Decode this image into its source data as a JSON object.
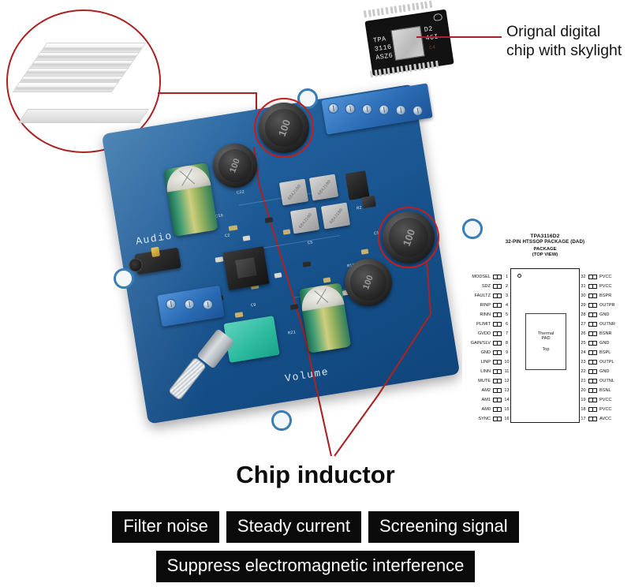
{
  "callouts": {
    "chip_caption": "Orignal digital chip with skylight",
    "heatsink_name": "aluminum-heatsink"
  },
  "chip_photo": {
    "line1": "TPA",
    "line2": "3116",
    "line3": "ASZ6",
    "right1": "D2",
    "right2": "46I",
    "right3": "C4"
  },
  "board": {
    "silk_audio": "Audio",
    "silk_volume": "Volume",
    "inductor_label": "100",
    "film_cap_label": "684J100",
    "refs": [
      "C22",
      "C16",
      "C2",
      "R8",
      "C5",
      "R2",
      "C13",
      "R18",
      "C9",
      "R21",
      "C1"
    ]
  },
  "pinout": {
    "title": "TPA3116D2",
    "subtitle": "32-PIN HTSSOP PACKAGE (DAD)",
    "view_line1": "PACKAGE",
    "view_line2": "(TOP VIEW)",
    "thermal_line1": "Thermal",
    "thermal_line2": "PAD",
    "thermal_line3": "Top",
    "left_pins": [
      {
        "num": "1",
        "name": "MODSEL"
      },
      {
        "num": "2",
        "name": "SDZ"
      },
      {
        "num": "3",
        "name": "FAULTZ"
      },
      {
        "num": "4",
        "name": "RINP"
      },
      {
        "num": "5",
        "name": "RINN"
      },
      {
        "num": "6",
        "name": "PLIMIT"
      },
      {
        "num": "7",
        "name": "GVDD"
      },
      {
        "num": "8",
        "name": "GAIN/SLV"
      },
      {
        "num": "9",
        "name": "GND"
      },
      {
        "num": "10",
        "name": "LINP"
      },
      {
        "num": "11",
        "name": "LINN"
      },
      {
        "num": "12",
        "name": "MUTE"
      },
      {
        "num": "13",
        "name": "AM2"
      },
      {
        "num": "14",
        "name": "AM1"
      },
      {
        "num": "15",
        "name": "AM0"
      },
      {
        "num": "16",
        "name": "SYNC"
      }
    ],
    "right_pins": [
      {
        "num": "32",
        "name": "PVCC"
      },
      {
        "num": "31",
        "name": "PVCC"
      },
      {
        "num": "30",
        "name": "BSPR"
      },
      {
        "num": "29",
        "name": "OUTPR"
      },
      {
        "num": "28",
        "name": "GND"
      },
      {
        "num": "27",
        "name": "OUTNR"
      },
      {
        "num": "26",
        "name": "BSNR"
      },
      {
        "num": "25",
        "name": "GND"
      },
      {
        "num": "24",
        "name": "BSPL"
      },
      {
        "num": "23",
        "name": "OUTPL"
      },
      {
        "num": "22",
        "name": "GND"
      },
      {
        "num": "21",
        "name": "OUTNL"
      },
      {
        "num": "20",
        "name": "BSNL"
      },
      {
        "num": "19",
        "name": "PVCC"
      },
      {
        "num": "18",
        "name": "PVCC"
      },
      {
        "num": "17",
        "name": "AVCC"
      }
    ]
  },
  "footer": {
    "headline": "Chip inductor",
    "tags_row1": [
      "Filter noise",
      "Steady current",
      "Screening signal"
    ],
    "tags_row2": [
      "Suppress electromagnetic interference"
    ]
  },
  "colors": {
    "annotation_red": "#a82323",
    "circle_red": "#c71c1c",
    "pcb_blue": "#1f5d9a",
    "terminal_blue": "#2a6cb5",
    "pot_teal": "#2ebba0",
    "tag_bg": "#0a0a0a"
  }
}
